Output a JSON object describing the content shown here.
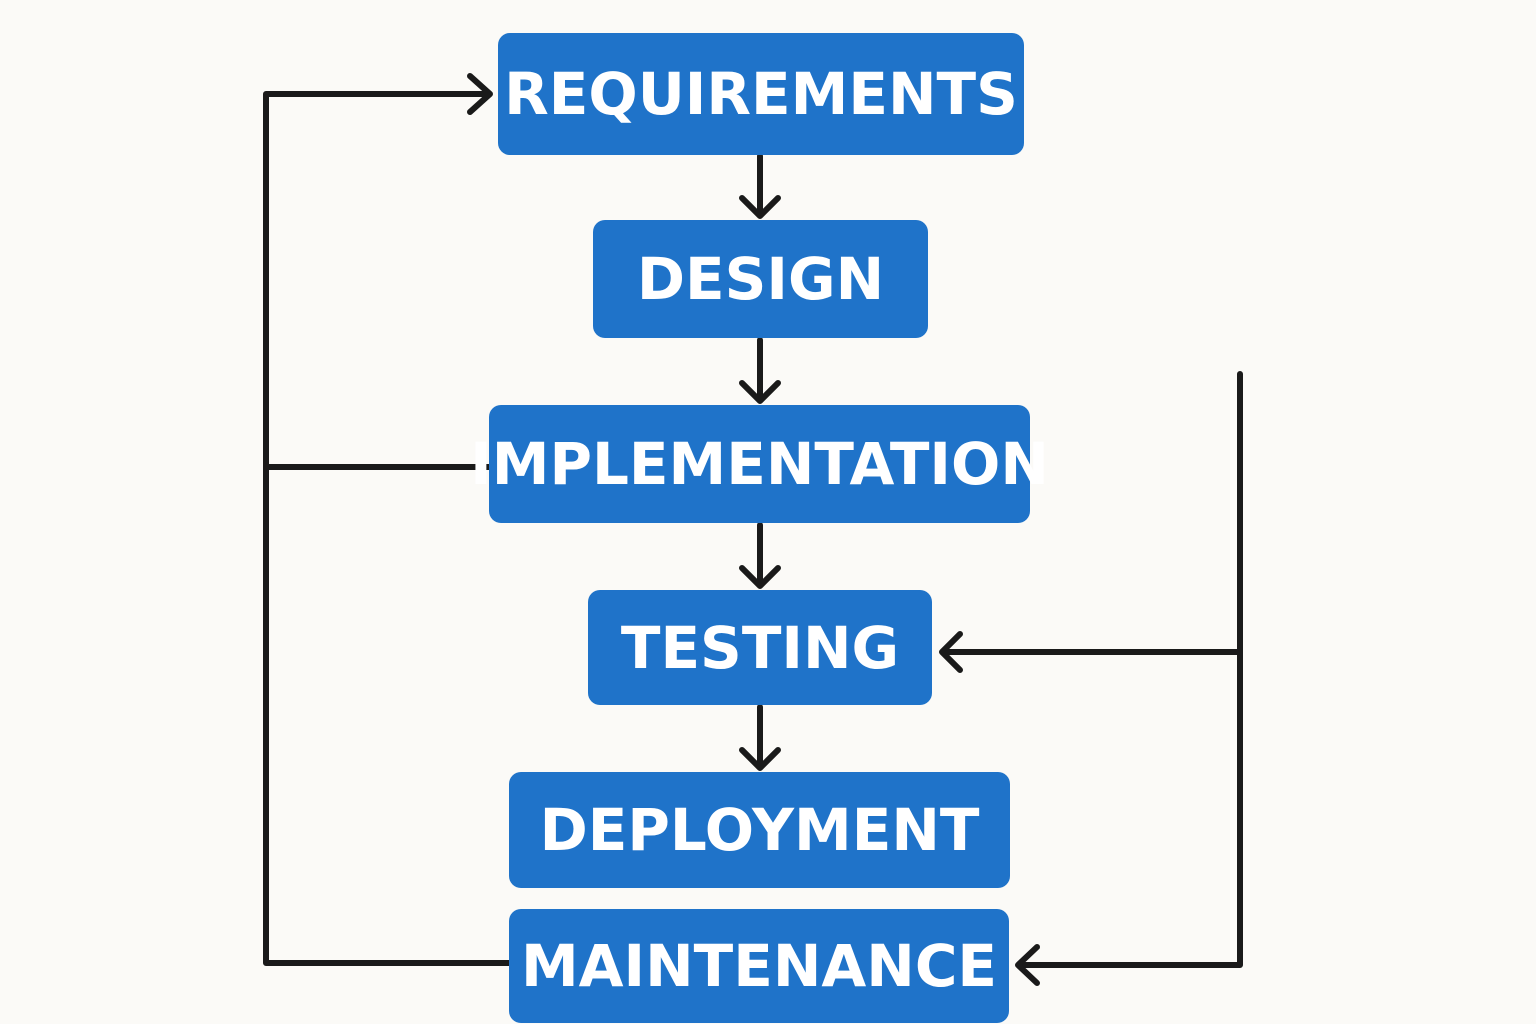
{
  "diagram": {
    "stages": [
      {
        "id": "requirements",
        "label": "REQUIREMENTS"
      },
      {
        "id": "design",
        "label": "DESIGN"
      },
      {
        "id": "implementation",
        "label": "IMPLEMENTATION"
      },
      {
        "id": "testing",
        "label": "TESTING"
      },
      {
        "id": "deployment",
        "label": "DEPLOYMENT"
      },
      {
        "id": "maintenance",
        "label": "MAINTENANCE"
      }
    ],
    "connections": [
      {
        "from": "requirements",
        "to": "design"
      },
      {
        "from": "design",
        "to": "implementation"
      },
      {
        "from": "implementation",
        "to": "testing"
      },
      {
        "from": "testing",
        "to": "deployment"
      },
      {
        "from": "implementation",
        "to": "requirements",
        "type": "feedback"
      },
      {
        "from": "maintenance",
        "to": "requirements",
        "type": "feedback"
      },
      {
        "from": "external",
        "to": "testing",
        "type": "feedback"
      },
      {
        "from": "external",
        "to": "maintenance",
        "type": "feedback"
      }
    ],
    "colors": {
      "box_fill": "#1f73c9",
      "box_text": "#ffffff",
      "connector": "#1a1a1a",
      "background": "#fbfaf7"
    }
  }
}
